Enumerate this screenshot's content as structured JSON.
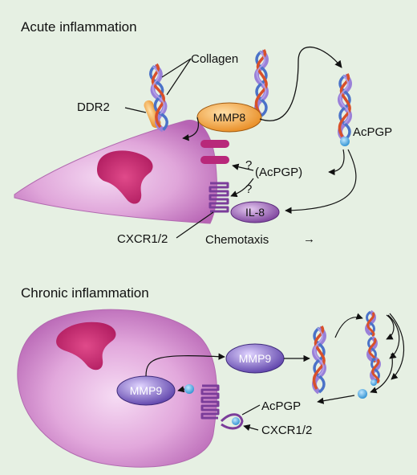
{
  "acute": {
    "title": "Acute inflammation",
    "collagen": "Collagen",
    "ddr2": "DDR2",
    "mmp8": "MMP8",
    "acpgp": "AcPGP",
    "acpgp_paren": "(AcPGP)",
    "question1": "?",
    "question2": "?",
    "il8": "IL-8",
    "receptor": "CXCR1/2",
    "chemotaxis": "Chemotaxis",
    "arrow": "→"
  },
  "chronic": {
    "title": "Chronic inflammation",
    "mmp9_inner": "MMP9",
    "mmp9_outer": "MMP9",
    "acpgp": "AcPGP",
    "receptor": "CXCR1/2"
  },
  "colors": {
    "background": "#e6f0e3",
    "cell": "#d98fd0",
    "nucleus": "#c0206a",
    "mmp8": "#f0a040",
    "mmp9": "#6a4fb0",
    "receptor": "#7b3d9a",
    "acpgp_dot": "#40a8e0",
    "collagen_purple": "#9a80d8",
    "collagen_blue": "#4a72c8",
    "collagen_red": "#d8502a"
  }
}
